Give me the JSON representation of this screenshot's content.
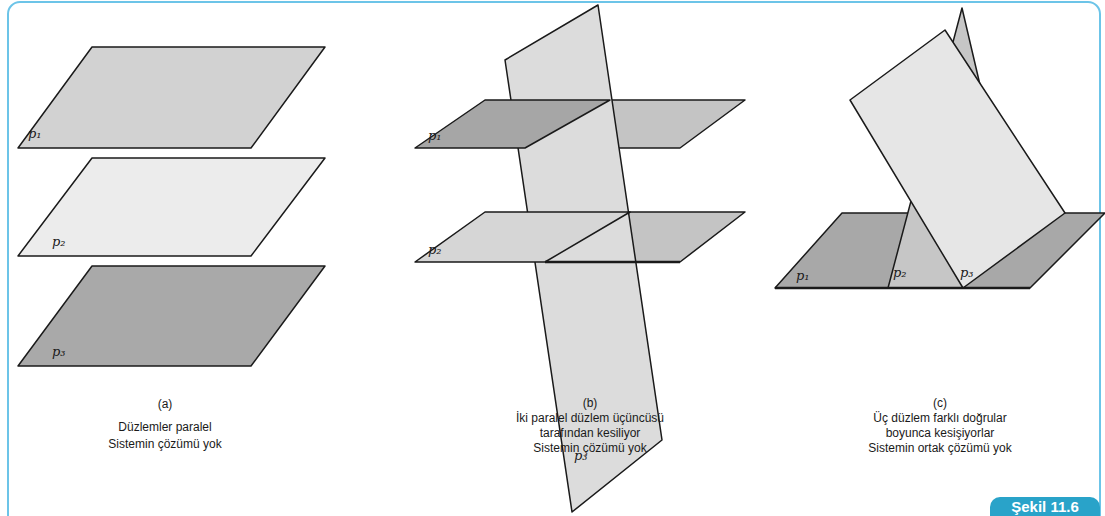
{
  "diagram": {
    "caption": "Şekil 11.6",
    "labels": [
      "p₁",
      "p₂",
      "p₃",
      "(a)",
      "Düzlemler paralel",
      "Sistemin çözümü yok",
      "p₁",
      "p₂",
      "p₃",
      "(b)",
      "İki paralel düzlem üçüncüsü tarafından kesiliyor",
      "Sistemin çözümü yok",
      "p₁",
      "p₂",
      "p₃",
      "(c)",
      "Üç düzlem farklı doğrular boyunca kesişiyorlar",
      "Sistemin ortak çözümü yok"
    ]
  }
}
